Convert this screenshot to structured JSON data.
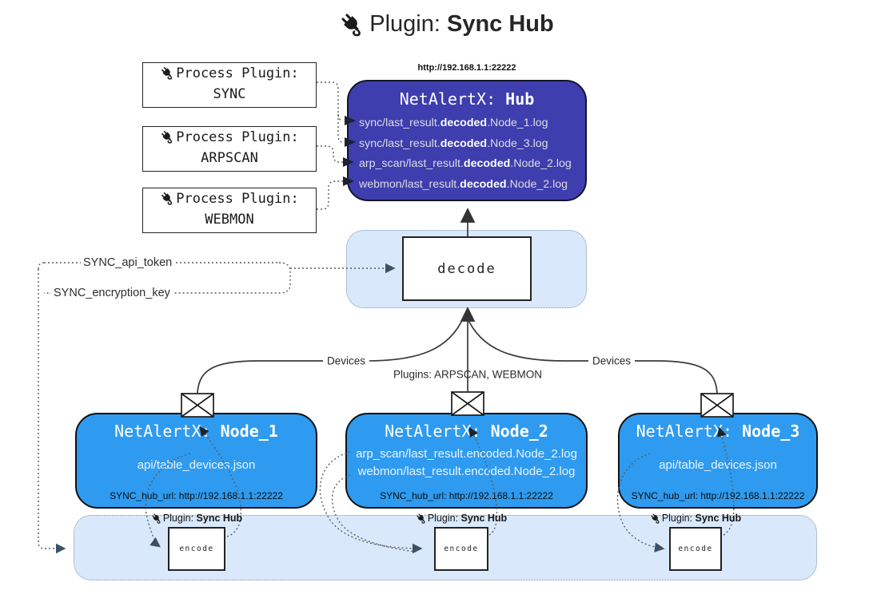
{
  "title": {
    "prefix": "Plugin: ",
    "bold": "Sync Hub"
  },
  "hub": {
    "url": "http://192.168.1.1:22222",
    "name_prefix": "NetAlertX: ",
    "name_bold": "Hub",
    "files": [
      {
        "pre": "sync/last_result.",
        "bold": "decoded",
        "post": ".Node_1.log"
      },
      {
        "pre": "sync/last_result.",
        "bold": "decoded",
        "post": ".Node_3.log"
      },
      {
        "pre": "arp_scan/last_result.",
        "bold": "decoded",
        "post": ".Node_2.log"
      },
      {
        "pre": "webmon/last_result.",
        "bold": "decoded",
        "post": ".Node_2.log"
      }
    ]
  },
  "process_plugins": [
    {
      "title": "Process Plugin:",
      "name": "SYNC"
    },
    {
      "title": "Process Plugin:",
      "name": "ARPSCAN"
    },
    {
      "title": "Process Plugin:",
      "name": "WEBMON"
    }
  ],
  "settings": {
    "api_token": "SYNC_api_token",
    "encryption_key": "SYNC_encryption_key"
  },
  "decode": {
    "label": "decode"
  },
  "edges": {
    "devices_left": "Devices",
    "plugins_mid": "Plugins: ARPSCAN, WEBMON",
    "devices_right": "Devices"
  },
  "nodes": [
    {
      "name_prefix": "NetAlertX: ",
      "name_bold": "Node_1",
      "files": [
        "api/table_devices.json"
      ],
      "hub_url": "SYNC_hub_url: http://192.168.1.1:22222"
    },
    {
      "name_prefix": "NetAlertX: ",
      "name_bold": "Node_2",
      "files": [
        "arp_scan/last_result.encoded.Node_2.log",
        "webmon/last_result.encoded.Node_2.log"
      ],
      "hub_url": "SYNC_hub_url: http://192.168.1.1:22222"
    },
    {
      "name_prefix": "NetAlertX: ",
      "name_bold": "Node_3",
      "files": [
        "api/table_devices.json"
      ],
      "hub_url": "SYNC_hub_url: http://192.168.1.1:22222"
    }
  ],
  "encode_sections": [
    {
      "label_prefix": "Plugin: ",
      "label_bold": "Sync Hub",
      "box_label": "encode"
    },
    {
      "label_prefix": "Plugin: ",
      "label_bold": "Sync Hub",
      "box_label": "encode"
    },
    {
      "label_prefix": "Plugin: ",
      "label_bold": "Sync Hub",
      "box_label": "encode"
    }
  ],
  "colors": {
    "hub_fill": "#3e3eae",
    "node_fill": "#2e9bf0",
    "panel_fill": "#d9e9fb",
    "panel_border": "#7d95ad",
    "solid_line": "#3a3a3a",
    "dotted_line": "#5a5a5a",
    "arrow_slate": "#3d5166"
  }
}
